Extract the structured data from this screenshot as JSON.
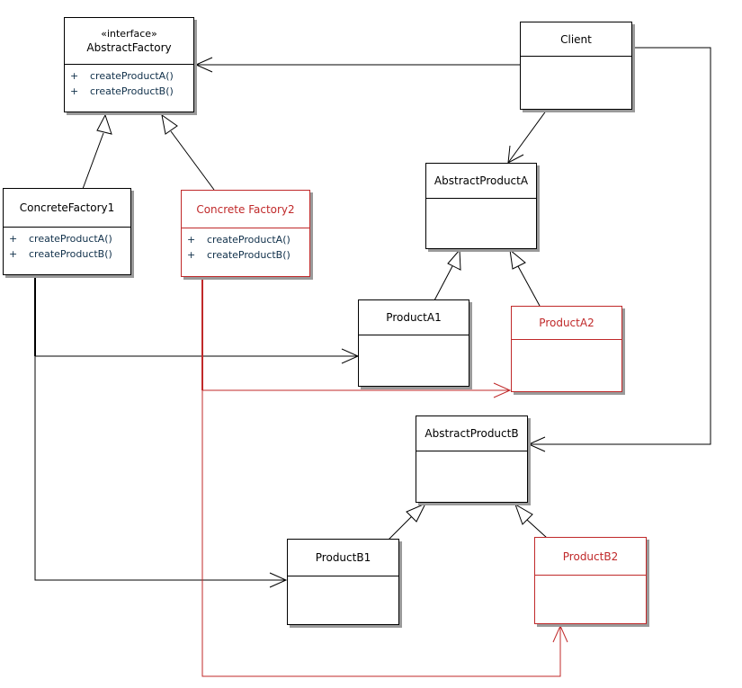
{
  "diagram": {
    "colors": {
      "normal": "#000000",
      "highlight": "#c0292a",
      "shadow": "#9a9a9a",
      "operation_text": "#10304a"
    },
    "abstract_factory": {
      "stereotype": "«interface»",
      "name": "AbstractFactory",
      "operations": [
        {
          "visibility": "+",
          "name": "createProductA()"
        },
        {
          "visibility": "+",
          "name": "createProductB()"
        }
      ]
    },
    "client": {
      "name": "Client"
    },
    "concrete_factory_1": {
      "name": "ConcreteFactory1",
      "operations": [
        {
          "visibility": "+",
          "name": "createProductA()"
        },
        {
          "visibility": "+",
          "name": "createProductB()"
        }
      ]
    },
    "concrete_factory_2": {
      "name": "Concrete Factory2",
      "operations": [
        {
          "visibility": "+",
          "name": "createProductA()"
        },
        {
          "visibility": "+",
          "name": "createProductB()"
        }
      ]
    },
    "abstract_product_a": {
      "name": "AbstractProductA"
    },
    "product_a1": {
      "name": "ProductA1"
    },
    "product_a2": {
      "name": "ProductA2"
    },
    "abstract_product_b": {
      "name": "AbstractProductB"
    },
    "product_b1": {
      "name": "ProductB1"
    },
    "product_b2": {
      "name": "ProductB2"
    }
  }
}
